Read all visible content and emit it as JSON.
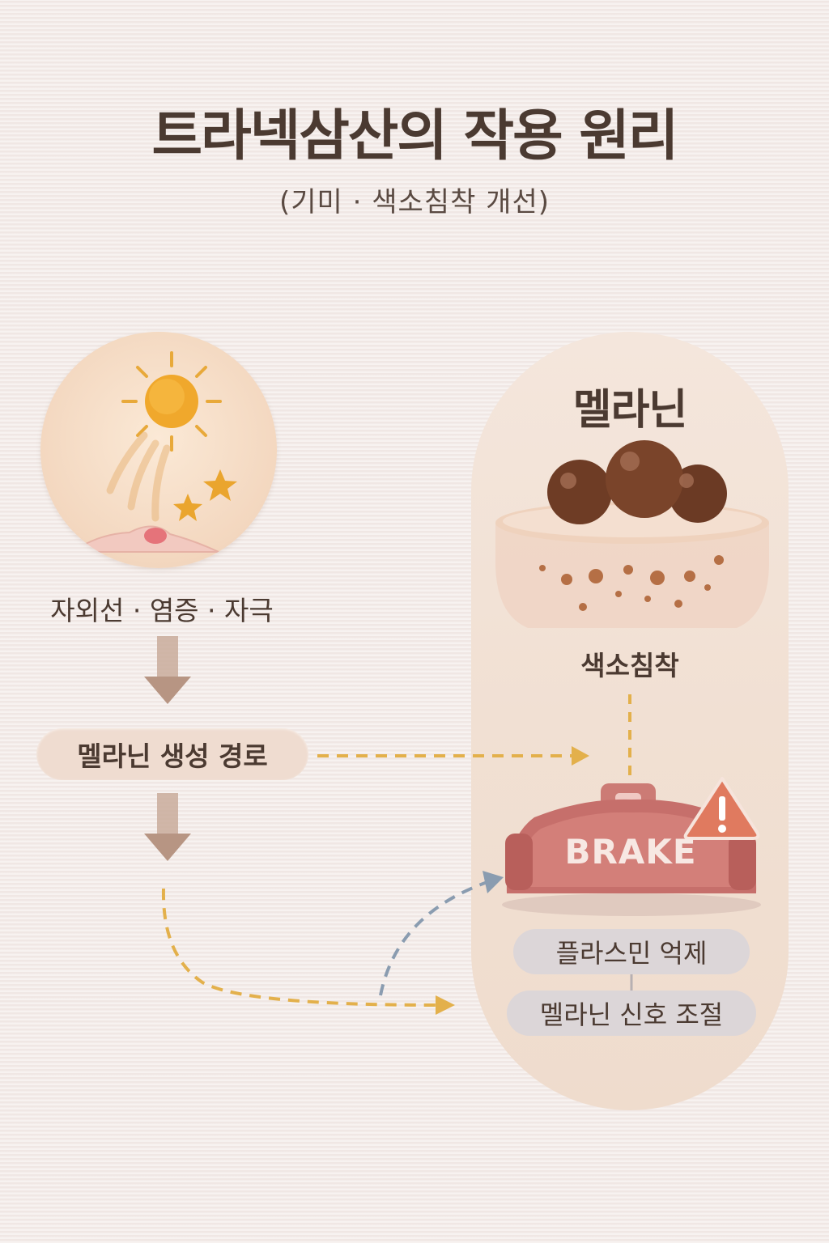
{
  "header": {
    "title": "트라넥삼산의 작용 원리",
    "subtitle": "(기미 · 색소침착 개선)"
  },
  "left": {
    "cause_label": "자외선 · 염증 · 자극",
    "pathway_label": "멜라닌 생성 경로"
  },
  "right": {
    "melanin_title": "멜라닌",
    "pigment_label": "색소침착",
    "brake_label": "BRAKE",
    "effects": [
      "플라스민 억제",
      "멜라닌 신호 조절"
    ]
  },
  "colors": {
    "background": "#f3ebe8",
    "accent_dashed": "#e3b04b",
    "brake_red": "#c66f6b",
    "arrow_brown": "#b79583",
    "arrow_blue": "#8a9cb0",
    "warning": "#e07a5f"
  },
  "icons": [
    "sun-icon",
    "star-icon",
    "skin-cell-icon",
    "melanin-granule-icon",
    "skin-layer-icon",
    "brake-pad-icon",
    "warning-icon"
  ]
}
